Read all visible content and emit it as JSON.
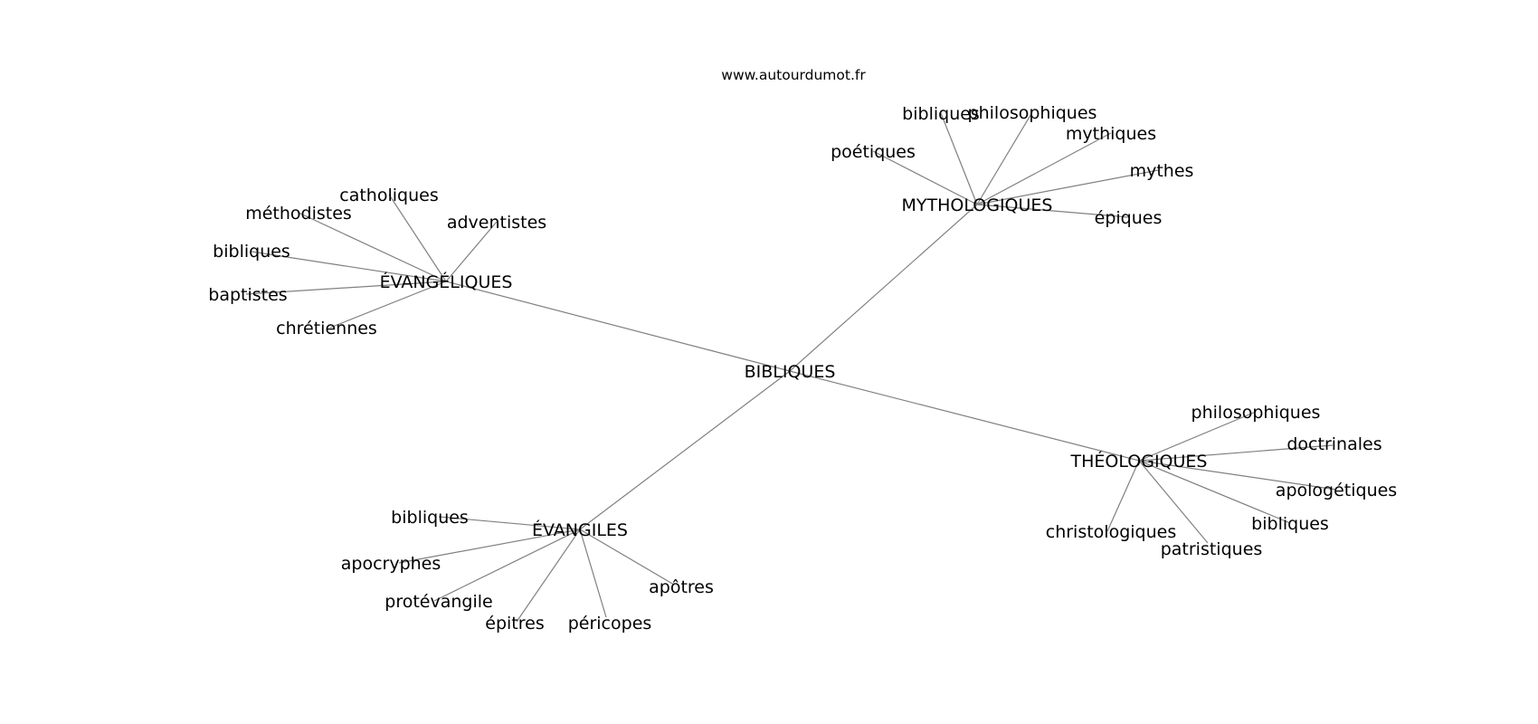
{
  "site": "www.autourdumot.fr",
  "center": "BIBLIQUES",
  "hubs": [
    {
      "label": "MYTHOLOGIQUES",
      "children": [
        "bibliques",
        "philosophiques",
        "mythiques",
        "poétiques",
        "mythes",
        "épiques"
      ]
    },
    {
      "label": "ÉVANGÉLIQUES",
      "children": [
        "catholiques",
        "méthodistes",
        "adventistes",
        "bibliques",
        "baptistes",
        "chrétiennes"
      ]
    },
    {
      "label": "THÉOLOGIQUES",
      "children": [
        "philosophiques",
        "doctrinales",
        "apologétiques",
        "bibliques",
        "patristiques",
        "christologiques"
      ]
    },
    {
      "label": "ÉVANGILES",
      "children": [
        "bibliques",
        "apocryphes",
        "protévangile",
        "épitres",
        "péricopes",
        "apôtres"
      ]
    }
  ]
}
